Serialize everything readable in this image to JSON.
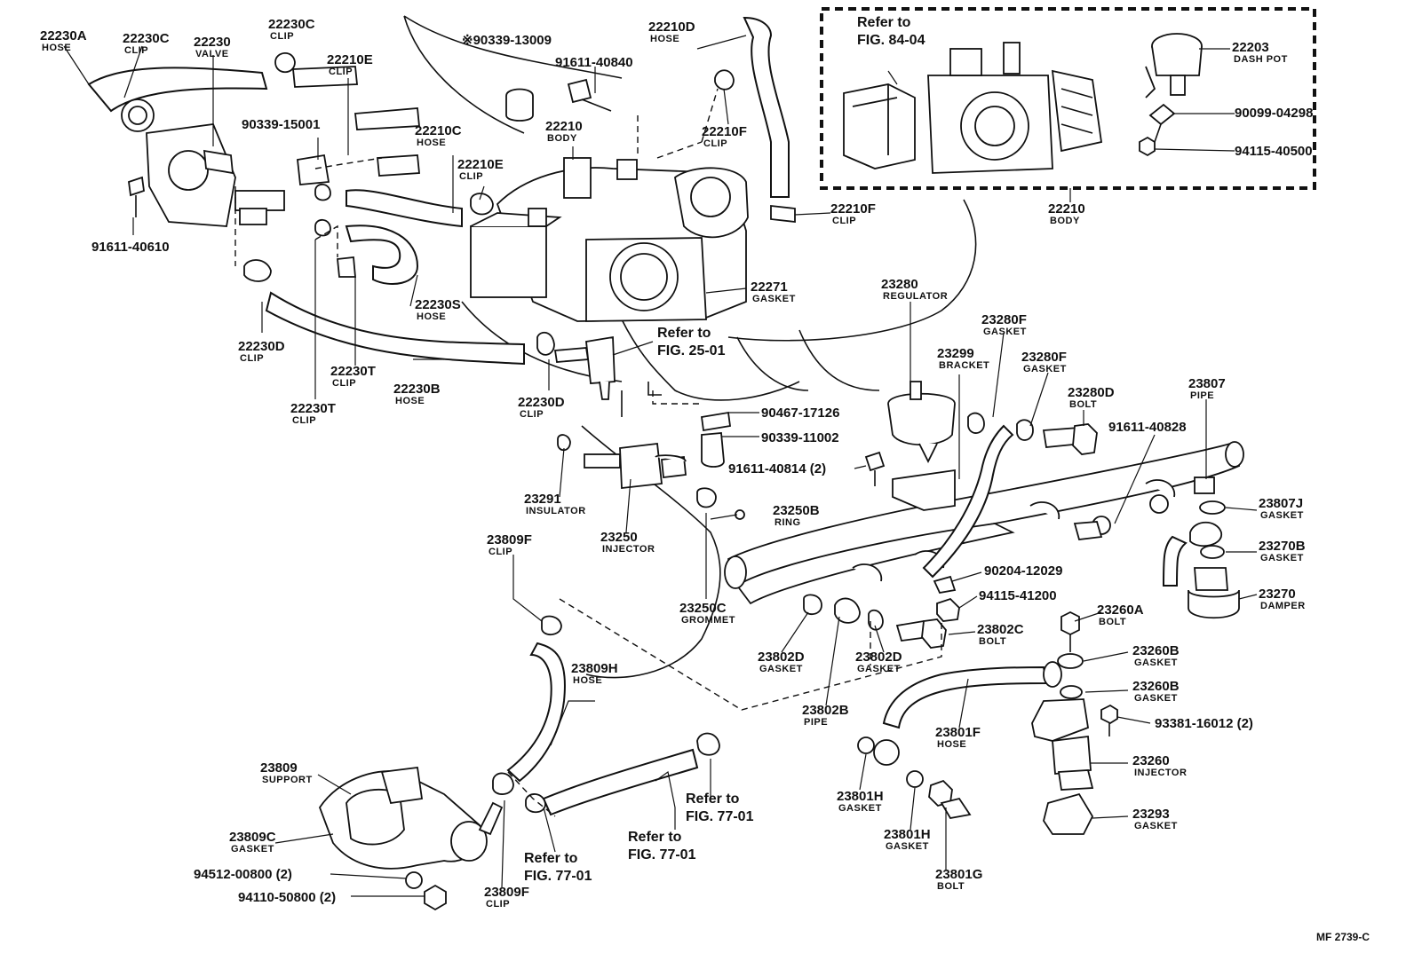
{
  "figure_code": "MF  2739-C",
  "refs": {
    "fig_84_04": [
      "Refer to",
      "FIG. 84-04"
    ],
    "fig_25_01": [
      "Refer to",
      "FIG. 25-01"
    ],
    "fig_77_01_a": [
      "Refer to",
      "FIG. 77-01"
    ],
    "fig_77_01_b": [
      "Refer to",
      "FIG. 77-01"
    ],
    "fig_77_01_c": [
      "Refer to",
      "FIG. 77-01"
    ]
  },
  "parts": [
    {
      "id": "22230A",
      "desc": "HOSE"
    },
    {
      "id": "22230C",
      "desc": "CLIP"
    },
    {
      "id": "22230",
      "desc": "VALVE"
    },
    {
      "id": "22230C",
      "desc": "CLIP"
    },
    {
      "id": "22210E",
      "desc": "CLIP"
    },
    {
      "id": "90339-15001",
      "desc": ""
    },
    {
      "id": "91611-40610",
      "desc": ""
    },
    {
      "id": "22230D",
      "desc": "CLIP"
    },
    {
      "id": "22230T",
      "desc": "CLIP"
    },
    {
      "id": "22230T",
      "desc": "CLIP"
    },
    {
      "id": "22230B",
      "desc": "HOSE"
    },
    {
      "id": "22230S",
      "desc": "HOSE"
    },
    {
      "id": "22210C",
      "desc": "HOSE"
    },
    {
      "id": "22210E",
      "desc": "CLIP"
    },
    {
      "id": "※90339-13009",
      "desc": ""
    },
    {
      "id": "91611-40840",
      "desc": ""
    },
    {
      "id": "22210",
      "desc": "BODY"
    },
    {
      "id": "22210D",
      "desc": "HOSE"
    },
    {
      "id": "22210F",
      "desc": "CLIP"
    },
    {
      "id": "22210F",
      "desc": "CLIP"
    },
    {
      "id": "22271",
      "desc": "GASKET"
    },
    {
      "id": "22230D",
      "desc": "CLIP"
    },
    {
      "id": "22203",
      "desc": "DASH POT"
    },
    {
      "id": "90099-04298",
      "desc": ""
    },
    {
      "id": "94115-40500",
      "desc": ""
    },
    {
      "id": "22210",
      "desc": "BODY"
    },
    {
      "id": "23280",
      "desc": "REGULATOR"
    },
    {
      "id": "23299",
      "desc": "BRACKET"
    },
    {
      "id": "23280F",
      "desc": "GASKET"
    },
    {
      "id": "23280F",
      "desc": "GASKET"
    },
    {
      "id": "23280D",
      "desc": "BOLT"
    },
    {
      "id": "91611-40828",
      "desc": ""
    },
    {
      "id": "23807",
      "desc": "PIPE"
    },
    {
      "id": "90467-17126",
      "desc": ""
    },
    {
      "id": "90339-11002",
      "desc": ""
    },
    {
      "id": "91611-40814 (2)",
      "desc": ""
    },
    {
      "id": "23291",
      "desc": "INSULATOR"
    },
    {
      "id": "23250",
      "desc": "INJECTOR"
    },
    {
      "id": "23250B",
      "desc": "RING"
    },
    {
      "id": "23250C",
      "desc": "GROMMET"
    },
    {
      "id": "23807J",
      "desc": "GASKET"
    },
    {
      "id": "23270B",
      "desc": "GASKET"
    },
    {
      "id": "23270",
      "desc": "DAMPER"
    },
    {
      "id": "90204-12029",
      "desc": ""
    },
    {
      "id": "94115-41200",
      "desc": ""
    },
    {
      "id": "23802C",
      "desc": "BOLT"
    },
    {
      "id": "23802D",
      "desc": "GASKET"
    },
    {
      "id": "23802D",
      "desc": "GASKET"
    },
    {
      "id": "23802B",
      "desc": "PIPE"
    },
    {
      "id": "23260A",
      "desc": "BOLT"
    },
    {
      "id": "23260B",
      "desc": "GASKET"
    },
    {
      "id": "23260B",
      "desc": "GASKET"
    },
    {
      "id": "93381-16012 (2)",
      "desc": ""
    },
    {
      "id": "23260",
      "desc": "INJECTOR"
    },
    {
      "id": "23293",
      "desc": "GASKET"
    },
    {
      "id": "23801F",
      "desc": "HOSE"
    },
    {
      "id": "23801H",
      "desc": "GASKET"
    },
    {
      "id": "23801H",
      "desc": "GASKET"
    },
    {
      "id": "23801G",
      "desc": "BOLT"
    },
    {
      "id": "23809F",
      "desc": "CLIP"
    },
    {
      "id": "23809H",
      "desc": "HOSE"
    },
    {
      "id": "23809",
      "desc": "SUPPORT"
    },
    {
      "id": "23809C",
      "desc": "GASKET"
    },
    {
      "id": "94512-00800 (2)",
      "desc": ""
    },
    {
      "id": "94110-50800 (2)",
      "desc": ""
    },
    {
      "id": "23809F",
      "desc": "CLIP"
    }
  ]
}
